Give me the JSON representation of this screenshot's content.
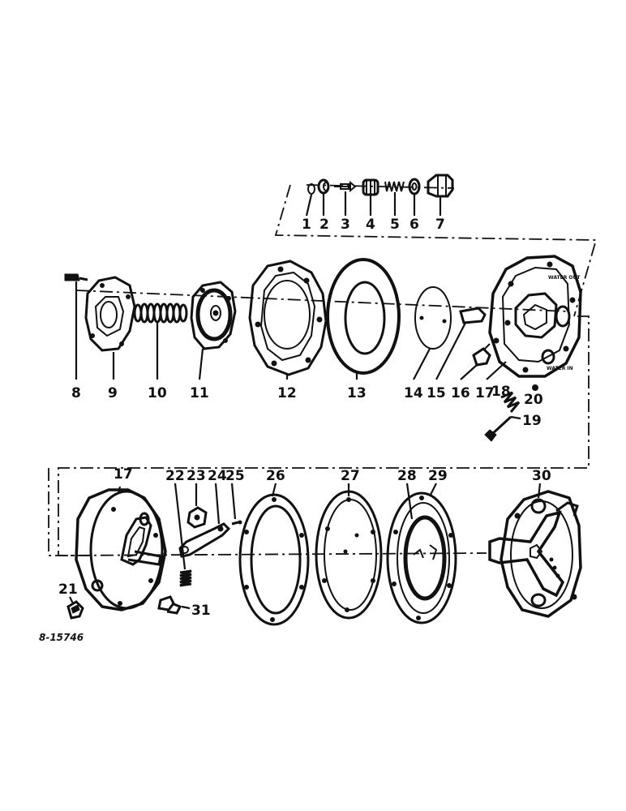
{
  "diagram": {
    "reference_number": "8-15746",
    "callouts": [
      {
        "label": "1"
      },
      {
        "label": "2"
      },
      {
        "label": "3"
      },
      {
        "label": "4"
      },
      {
        "label": "5"
      },
      {
        "label": "6"
      },
      {
        "label": "7"
      },
      {
        "label": "8"
      },
      {
        "label": "9"
      },
      {
        "label": "10"
      },
      {
        "label": "11"
      },
      {
        "label": "12"
      },
      {
        "label": "13"
      },
      {
        "label": "14"
      },
      {
        "label": "15"
      },
      {
        "label": "16"
      },
      {
        "label": "17"
      },
      {
        "label": "18"
      },
      {
        "label": "19"
      },
      {
        "label": "20"
      },
      {
        "label": "17"
      },
      {
        "label": "22"
      },
      {
        "label": "23"
      },
      {
        "label": "24"
      },
      {
        "label": "25"
      },
      {
        "label": "26"
      },
      {
        "label": "27"
      },
      {
        "label": "28"
      },
      {
        "label": "29"
      },
      {
        "label": "30"
      },
      {
        "label": "21"
      },
      {
        "label": "31"
      }
    ],
    "housing_markings": {
      "outlet": "WATER OUT",
      "inlet": "WATER IN"
    }
  }
}
